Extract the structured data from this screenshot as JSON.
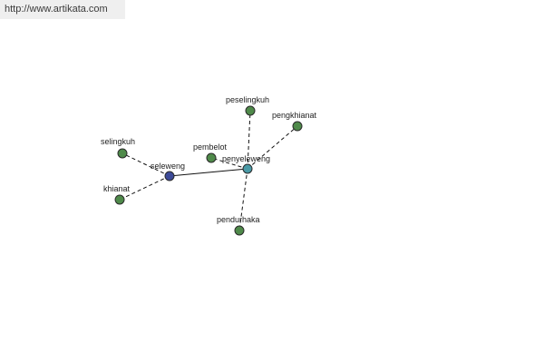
{
  "banner": {
    "url_text": "http://www.artikata.com"
  },
  "colors": {
    "leaf_node": "#4f8a4a",
    "hub_node": "#4a9aa6",
    "center_node": "#3c4a98",
    "edge": "#111111",
    "node_border": "#2a2a2a"
  },
  "graph": {
    "nodes": [
      {
        "id": "seleweng",
        "label": "seleweng",
        "kind": "center"
      },
      {
        "id": "penyeleweng",
        "label": "penyeleweng",
        "kind": "hub"
      },
      {
        "id": "selingkuh",
        "label": "selingkuh",
        "kind": "leaf"
      },
      {
        "id": "khianat",
        "label": "khianat",
        "kind": "leaf"
      },
      {
        "id": "pembelot",
        "label": "pembelot",
        "kind": "leaf"
      },
      {
        "id": "peselingkuh",
        "label": "peselingkuh",
        "kind": "leaf"
      },
      {
        "id": "pengkhianat",
        "label": "pengkhianat",
        "kind": "leaf"
      },
      {
        "id": "pendurhaka",
        "label": "pendurhaka",
        "kind": "leaf"
      }
    ],
    "edges": [
      {
        "from": "seleweng",
        "to": "penyeleweng",
        "style": "solid"
      },
      {
        "from": "seleweng",
        "to": "selingkuh",
        "style": "dashed"
      },
      {
        "from": "seleweng",
        "to": "khianat",
        "style": "dashed"
      },
      {
        "from": "penyeleweng",
        "to": "pembelot",
        "style": "dashed"
      },
      {
        "from": "penyeleweng",
        "to": "peselingkuh",
        "style": "dashed"
      },
      {
        "from": "penyeleweng",
        "to": "pengkhianat",
        "style": "dashed"
      },
      {
        "from": "penyeleweng",
        "to": "pendurhaka",
        "style": "dashed"
      }
    ]
  }
}
